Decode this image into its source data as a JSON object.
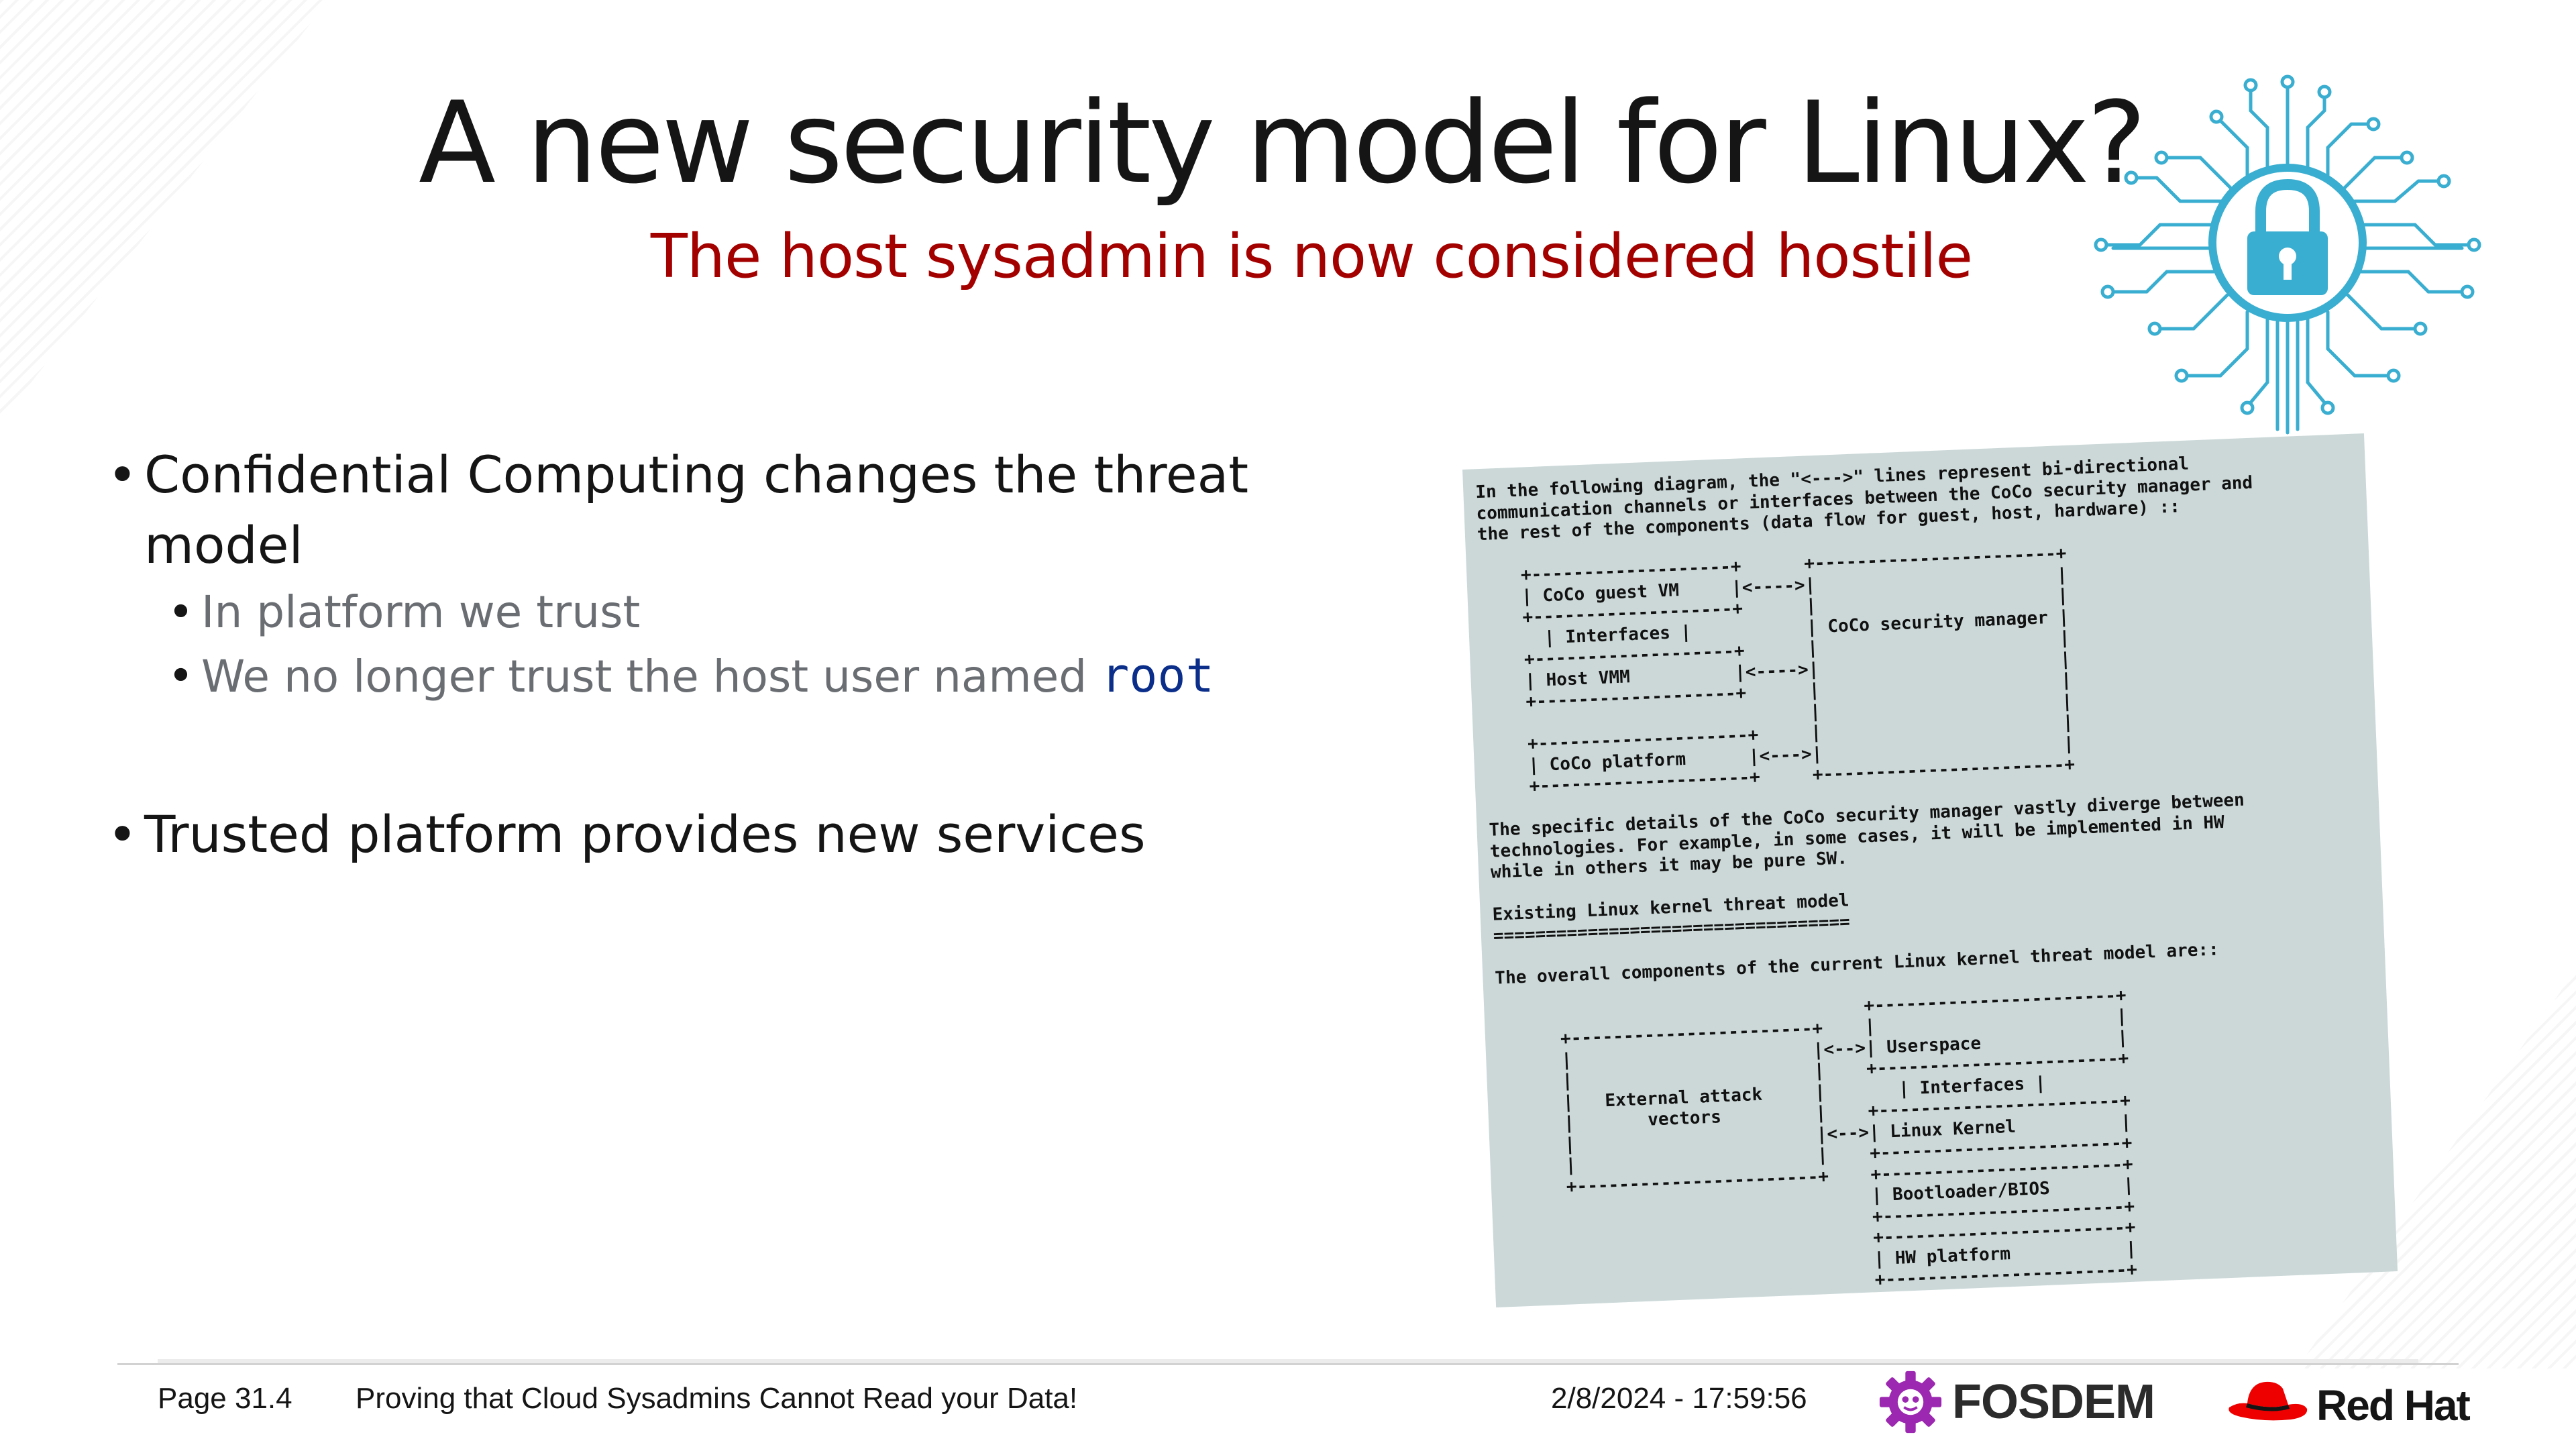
{
  "slide": {
    "title": "A new security model for Linux?",
    "subtitle": "The host sysadmin is now considered hostile"
  },
  "bullets": {
    "item1": "Confidential Computing changes the threat model",
    "item1_sub1": "In platform we trust",
    "item1_sub2_prefix": "We no longer trust the host user named ",
    "item1_sub2_code": "root",
    "item2": "Trusted platform provides new services"
  },
  "document_excerpt": {
    "text": "In the following diagram, the \"<--->\" lines represent bi-directional\ncommunication channels or interfaces between the CoCo security manager and\nthe rest of the components (data flow for guest, host, hardware) ::\n\n    +-------------------+      +-----------------------+\n    | CoCo guest VM     |<---->|                       |\n    +-------------------+      |                       |\n      | Interfaces |           | CoCo security manager |\n    +-------------------+      |                       |\n    | Host VMM          |<---->|                       |\n    +-------------------+      |                       |\n                               |                       |\n    +--------------------+     |                       |\n    | CoCo platform      |<--->|                       |\n    +--------------------+     +-----------------------+\n\nThe specific details of the CoCo security manager vastly diverge between\ntechnologies. For example, in some cases, it will be implemented in HW\nwhile in others it may be pure SW.\n\nExisting Linux kernel threat model\n==================================\n\nThe overall components of the current Linux kernel threat model are::\n\n                                   +-----------------------+\n      +-----------------------+    |                       |\n      |                       |<-->| Userspace             |\n      |                       |    +-----------------------+\n      |   External attack     |       | Interfaces |\n      |       vectors         |    +-----------------------+\n      |                       |<-->| Linux Kernel          |\n      |                       |    +-----------------------+\n      +-----------------------+    +-----------------------+\n                                   | Bootloader/BIOS       |\n                                   +-----------------------+\n                                   +-----------------------+\n                                   | HW platform           |\n                                   +-----------------------+"
  },
  "footer": {
    "page": "Page 31.4",
    "talk_title": "Proving that Cloud Sysadmins Cannot Read your Data!",
    "datetime": "2/8/2024 - 17:59:56",
    "fosdem_label": "FOSDEM",
    "redhat_label": "Red Hat"
  },
  "icons": {
    "lock": "lock-circuit-icon",
    "fosdem": "fosdem-gear-icon",
    "redhat": "redhat-fedora-icon"
  },
  "colors": {
    "subtitle": "#a30000",
    "code": "#0b2e8a",
    "circuit": "#3aaed0",
    "doc_bg": "#ccd8d8",
    "fosdem": "#9c27b0",
    "redhat": "#ee0000"
  }
}
